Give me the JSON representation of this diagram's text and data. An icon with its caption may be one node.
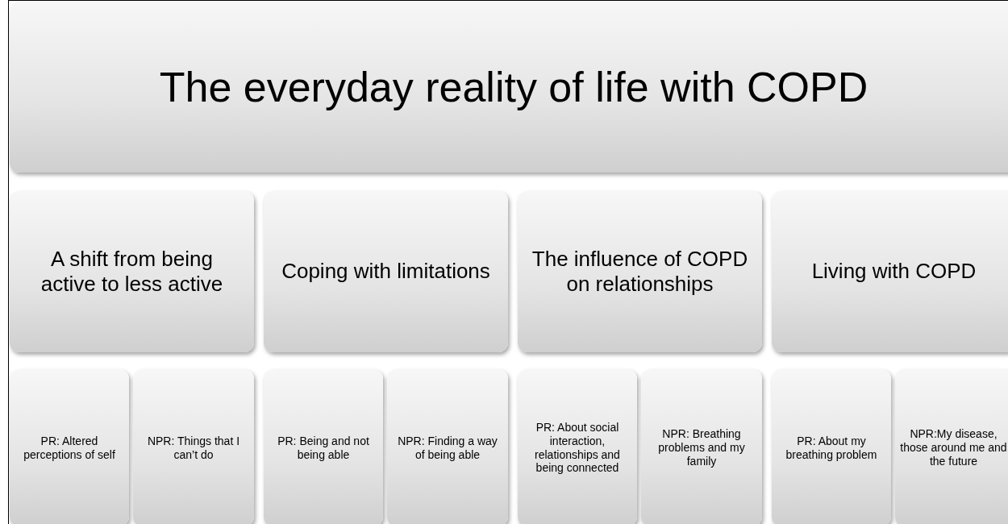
{
  "diagram": {
    "nodes": [
      {
        "text": [
          "The everyday reality of life with COPD"
        ]
      },
      {
        "text": [
          "A shift from being active to less active"
        ]
      },
      {
        "text": [
          "Coping with limitations"
        ]
      },
      {
        "text": [
          "The influence of COPD on relationships"
        ]
      },
      {
        "text": [
          "Living with COPD"
        ]
      },
      {
        "text": [
          "PR: Altered perceptions of self"
        ]
      },
      {
        "text": [
          "NPR: Things that I can’t do"
        ]
      },
      {
        "text": [
          "PR: Being and not being able"
        ]
      },
      {
        "text": [
          "NPR: Finding a way of being able"
        ]
      },
      {
        "text": [
          "PR: About social interaction, relationships and being connected"
        ]
      },
      {
        "text": [
          "NPR: Breathing problems and my family"
        ]
      },
      {
        "text": [
          "PR: About my breathing problem"
        ]
      },
      {
        "text": [
          "NPR:My disease, those around me and the future"
        ]
      }
    ],
    "edges": []
  }
}
